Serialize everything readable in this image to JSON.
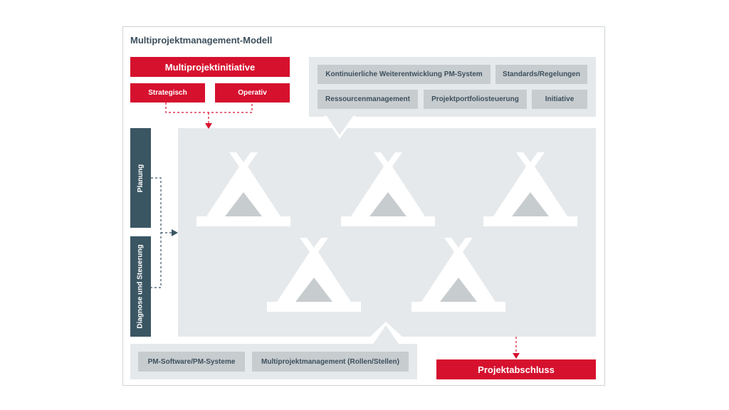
{
  "title": "Multiprojektmanagement-Modell",
  "initiative": {
    "header": "Multiprojektinitiative",
    "left": "Strategisch",
    "right": "Operativ"
  },
  "top_panel": {
    "row1": [
      "Kontinuierliche Weiterentwicklung PM-System",
      "Standards/Regelungen"
    ],
    "row2": [
      "Ressourcenmanagement",
      "Projektportfoliosteuerung",
      "Initiative"
    ]
  },
  "side": {
    "planung": "Planung",
    "diagnose": "Diagnose und Steuerung"
  },
  "bottom_panel": {
    "items": [
      "PM-Software/PM-Systeme",
      "Multiprojektmanagement (Rollen/Stellen)"
    ]
  },
  "projektabschluss": "Projektabschluss",
  "colors": {
    "accent_red": "#d6112e",
    "dark_slate": "#3b5663",
    "panel_grey": "#e6e9eb",
    "chip_grey": "#c7cccf",
    "text_slate": "#3c4f5c"
  },
  "icons": [
    "tipi-icon",
    "tipi-icon",
    "tipi-icon",
    "tipi-icon",
    "tipi-icon"
  ]
}
